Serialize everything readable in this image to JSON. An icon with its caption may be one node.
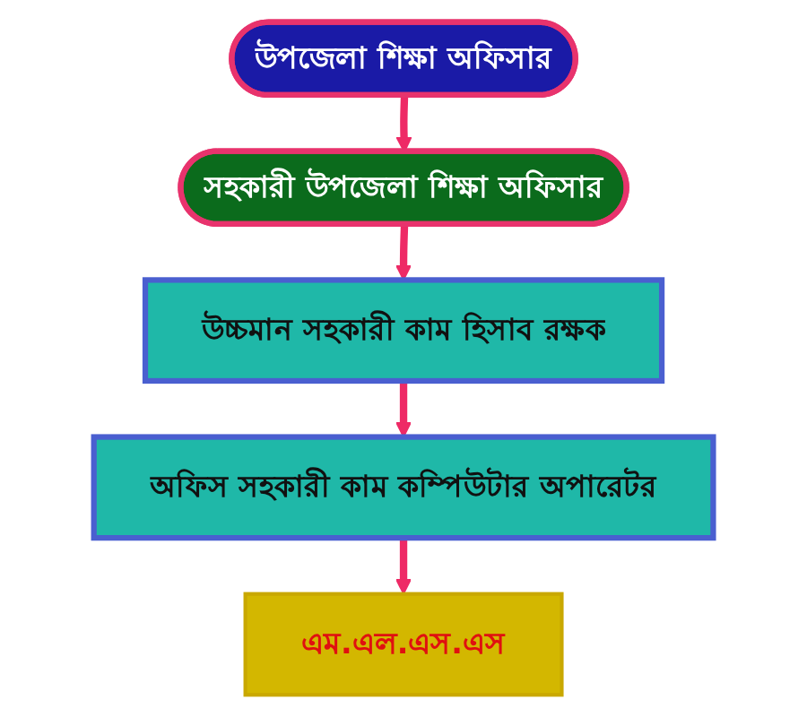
{
  "diagram": {
    "nodes": [
      {
        "text": [
          "উপজেলা শিক্ষা অফিসার"
        ]
      },
      {
        "text": [
          "সহকারী উপজেলা শিক্ষা অফিসার"
        ]
      },
      {
        "text": [
          "উচ্চমান সহকারী কাম হিসাব রক্ষক"
        ]
      },
      {
        "text": [
          "অফিস সহকারী কাম কম্পিউটার অপারেটর"
        ]
      },
      {
        "text": [
          "এম.এল.এস.এস"
        ]
      }
    ],
    "edges": [
      {
        "from": 0,
        "to": 1,
        "arrow": "to"
      },
      {
        "from": 1,
        "to": 2,
        "arrow": "to"
      },
      {
        "from": 2,
        "to": 3,
        "arrow": "to"
      },
      {
        "from": 3,
        "to": 4,
        "arrow": "to"
      }
    ]
  }
}
